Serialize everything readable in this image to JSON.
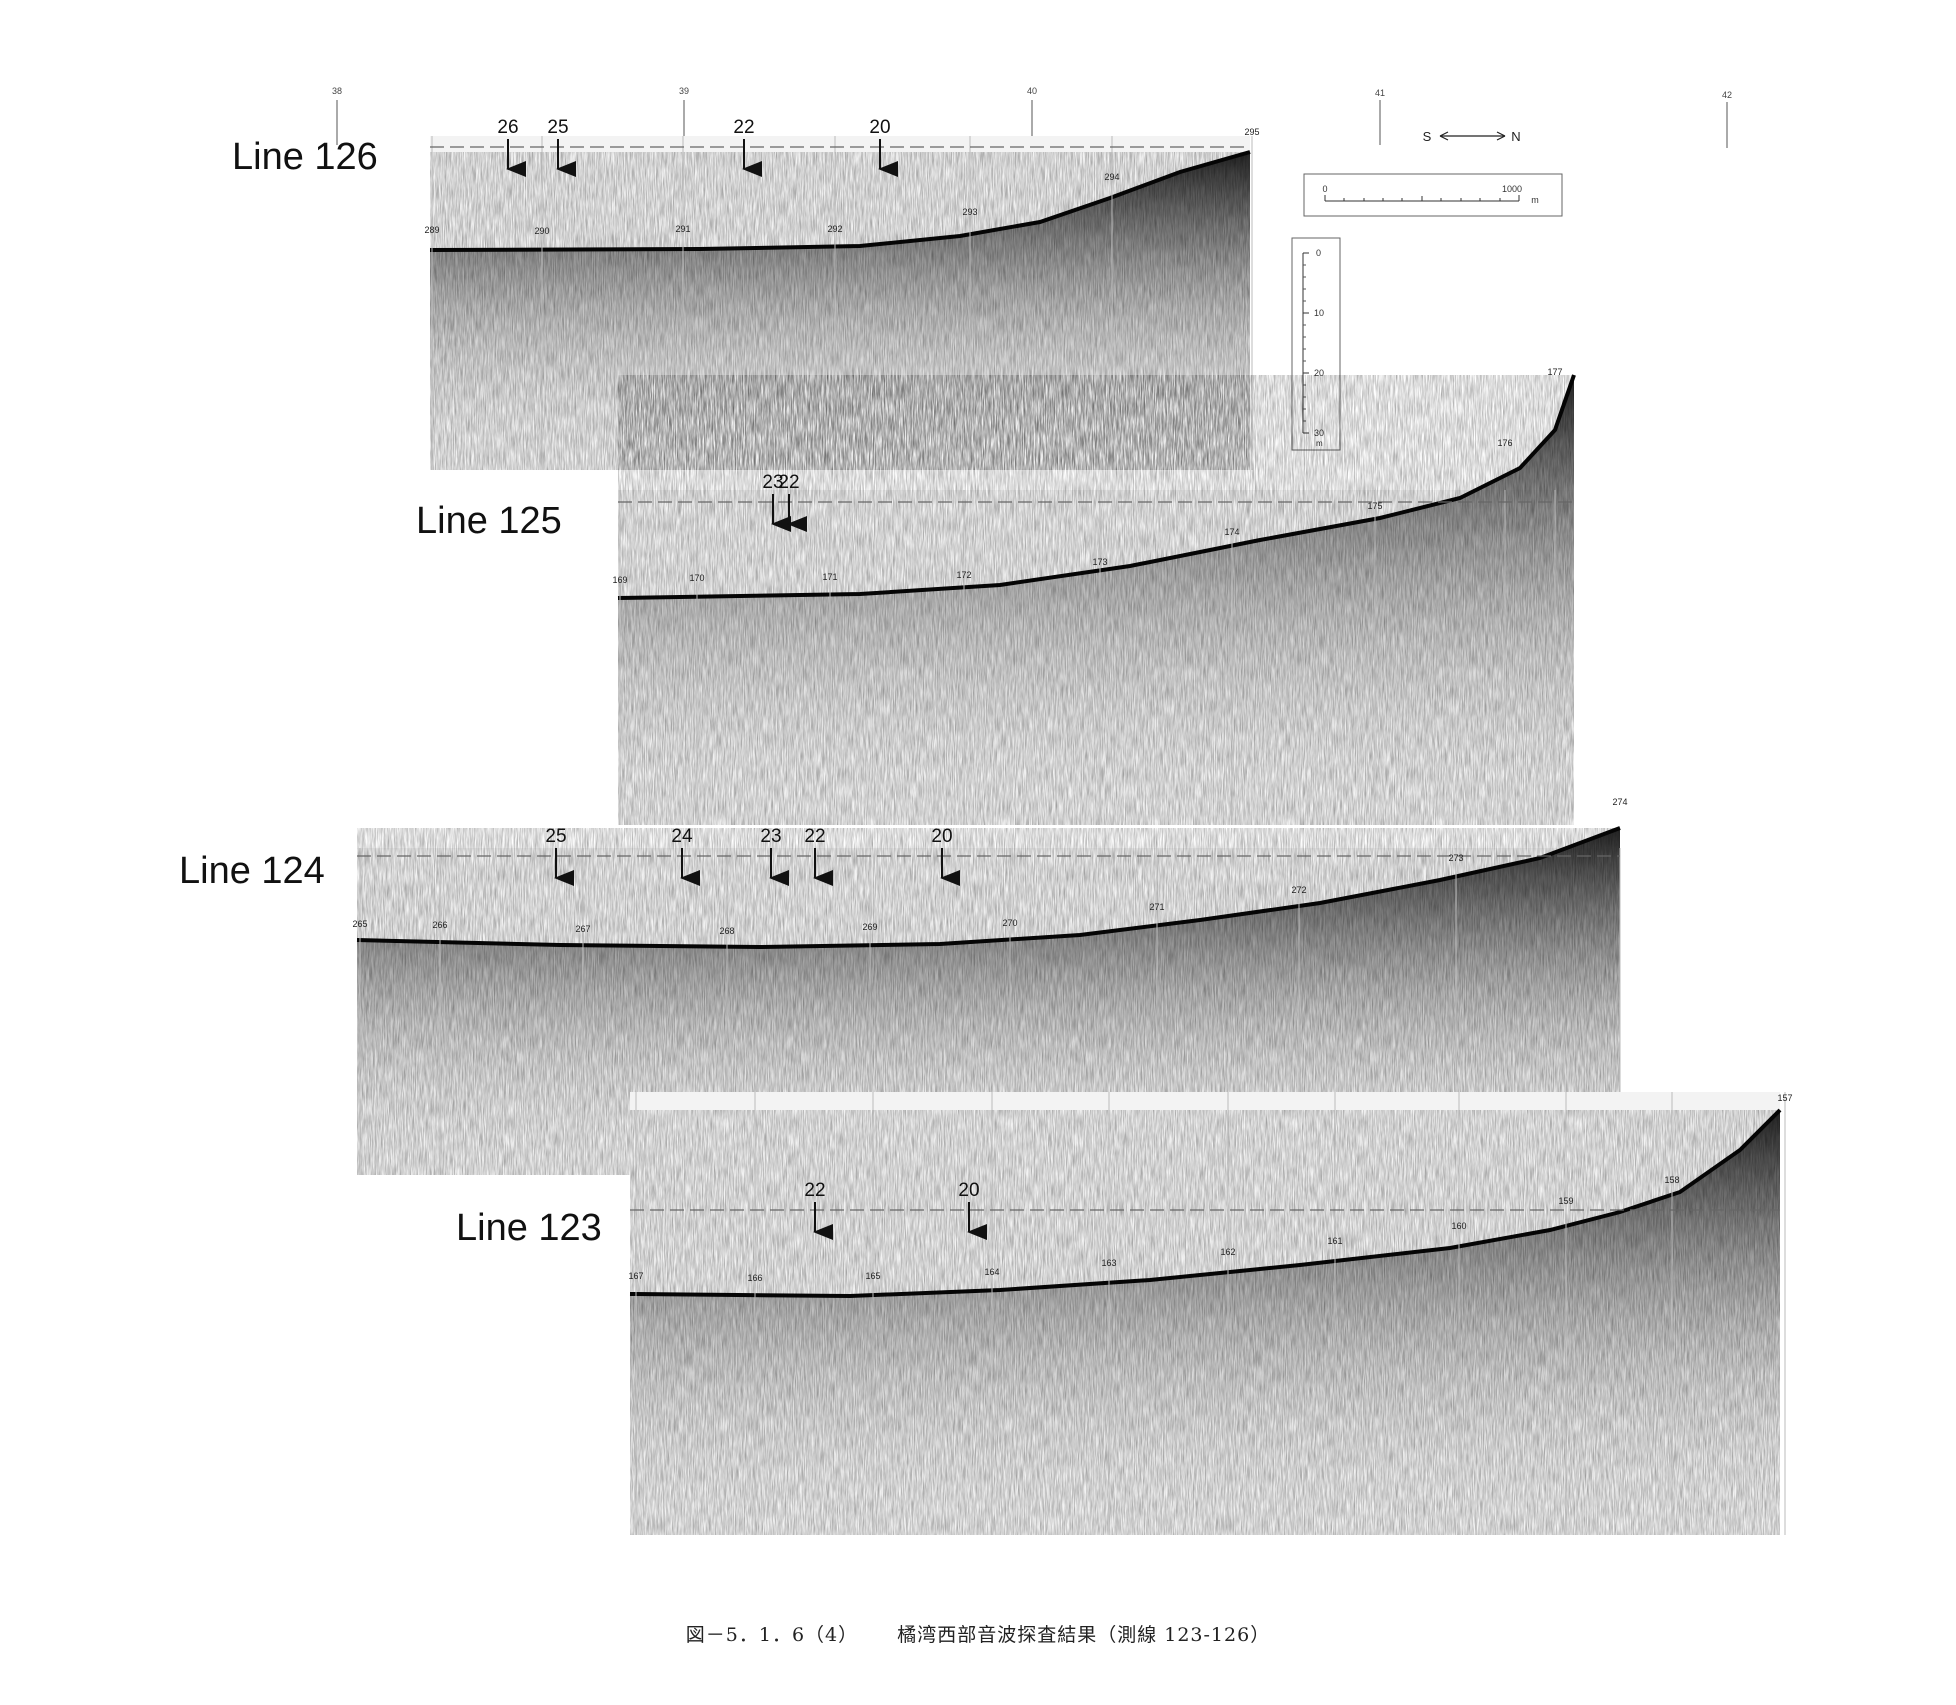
{
  "top_ticks": [
    "38",
    "39",
    "40",
    "41",
    "42"
  ],
  "orientation": {
    "left": "S",
    "right": "N"
  },
  "h_scale": {
    "start": "0",
    "end": "1000",
    "unit": "m"
  },
  "v_scale": {
    "ticks": [
      "0",
      "10",
      "20",
      "30"
    ],
    "unit": "m"
  },
  "profiles": [
    {
      "label": "Line 126",
      "fixes": [
        "289",
        "290",
        "291",
        "292",
        "293",
        "294",
        "295"
      ],
      "markers": [
        "26",
        "25",
        "22",
        "20"
      ]
    },
    {
      "label": "Line 125",
      "fixes": [
        "169",
        "170",
        "171",
        "172",
        "173",
        "174",
        "175",
        "176",
        "177"
      ],
      "markers": [
        "23",
        "22"
      ]
    },
    {
      "label": "Line 124",
      "fixes": [
        "265",
        "266",
        "267",
        "268",
        "269",
        "270",
        "271",
        "272",
        "273",
        "274"
      ],
      "markers": [
        "25",
        "24",
        "23",
        "22",
        "20"
      ]
    },
    {
      "label": "Line 123",
      "fixes": [
        "167",
        "166",
        "165",
        "164",
        "163",
        "162",
        "161",
        "160",
        "159",
        "158",
        "157"
      ],
      "markers": [
        "22",
        "20"
      ]
    }
  ],
  "caption": {
    "figure_no": "図－5．1．6（4）",
    "title": "橘湾西部音波探査結果（測線 123-126）"
  }
}
